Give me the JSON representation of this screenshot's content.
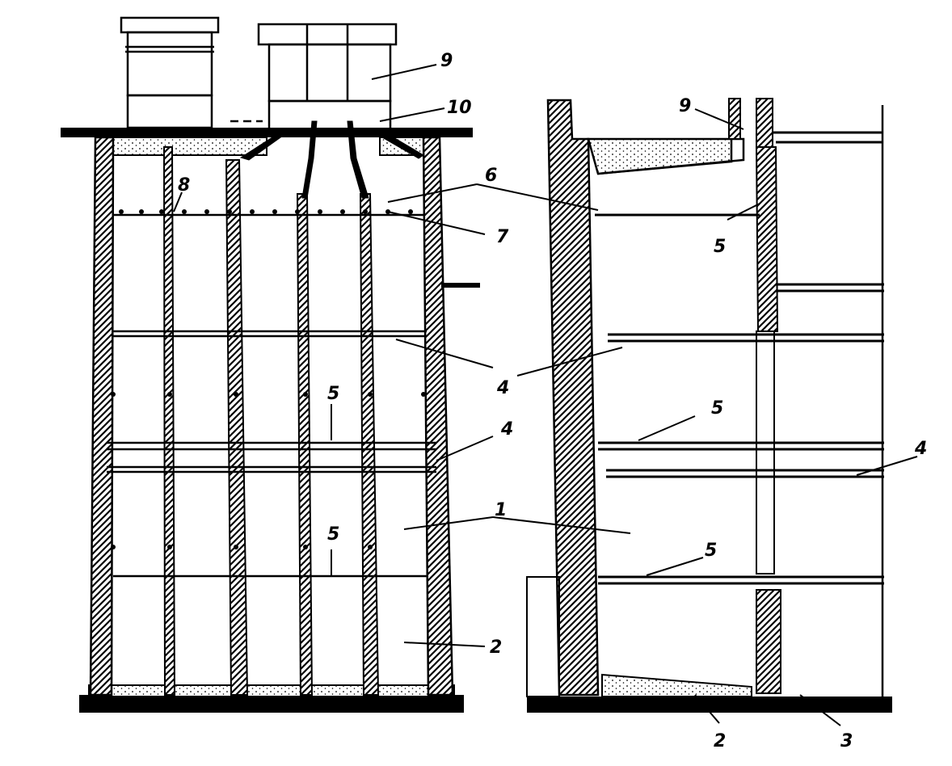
{
  "figure": {
    "labels": {
      "one": "1",
      "two": "2",
      "three": "3",
      "four": "4",
      "five": "5",
      "six": "6",
      "seven": "7",
      "eight": "8",
      "nine": "9",
      "ten": "10"
    }
  }
}
